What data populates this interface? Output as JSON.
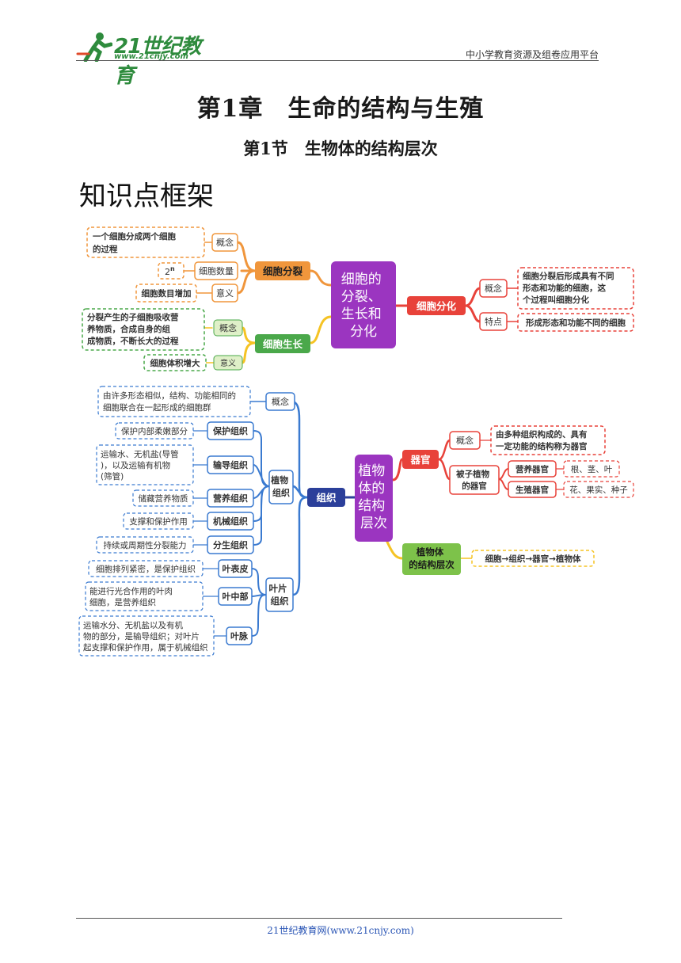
{
  "header": {
    "logo_text": "21世纪教育",
    "logo_url": "www.21cnjy.com",
    "platform": "中小学教育资源及组卷应用平台"
  },
  "chapter_title": "第1章　生命的结构与生殖",
  "section_title": "第1节　生物体的结构层次",
  "knowledge_title": "知识点框架",
  "colors": {
    "orange": "#f0963c",
    "yellow": "#f5c324",
    "green": "#4aa84a",
    "purple": "#9b35c0",
    "red": "#e8423a",
    "blue": "#3a7ad0",
    "navy": "#2b3f9a"
  },
  "map1": {
    "center": "细胞的分裂、生长和分化",
    "division": {
      "label": "细胞分裂",
      "concept_label": "概念",
      "concept_text": "一个细胞分成两个细胞的过程",
      "count_label": "细胞数量",
      "count_base": "2",
      "count_exp": "n",
      "meaning_label": "意义",
      "meaning_text": "细胞数目增加"
    },
    "growth": {
      "label": "细胞生长",
      "concept_label": "概念",
      "concept_text": "分裂产生的子细胞吸收营养物质，合成自身的组成物质，不断长大的过程",
      "meaning_label": "意义",
      "meaning_text": "细胞体积增大"
    },
    "differentiation": {
      "label": "细胞分化",
      "concept_label": "概念",
      "concept_text": "细胞分裂后形成具有不同形态和功能的细胞，这个过程叫细胞分化",
      "feature_label": "特点",
      "feature_text": "形成形态和功能不同的细胞"
    }
  },
  "map2": {
    "center": "植物体的结构层次",
    "tissue": {
      "label": "组织",
      "concept_label": "概念",
      "concept_text": "由许多形态相似，结构、功能相同的细胞联合在一起形成的细胞群",
      "plant_tissue_label": "植物组织",
      "plant_tissues": [
        {
          "name": "保护组织",
          "desc": "保护内部柔嫩部分"
        },
        {
          "name": "输导组织",
          "desc": "运输水、无机盐(导管)，以及运输有机物(筛管)"
        },
        {
          "name": "营养组织",
          "desc": "储藏营养物质"
        },
        {
          "name": "机械组织",
          "desc": "支撑和保护作用"
        },
        {
          "name": "分生组织",
          "desc": "持续或周期性分裂能力"
        }
      ],
      "leaf_tissue_label": "叶片组织",
      "leaf_tissues": [
        {
          "name": "叶表皮",
          "desc": "细胞排列紧密，是保护组织"
        },
        {
          "name": "叶中部",
          "desc": "能进行光合作用的叶肉细胞，是营养组织"
        },
        {
          "name": "叶脉",
          "desc": "运输水分、无机盐以及有机物的部分，是输导组织；对叶片起支撑和保护作用，属于机械组织"
        }
      ]
    },
    "organ": {
      "label": "器官",
      "concept_label": "概念",
      "concept_text": "由多种组织构成的、具有一定功能的结构称为器官",
      "angio_label": "被子植物的器官",
      "vegetative_label": "营养器官",
      "vegetative_text": "根、茎、叶",
      "reproductive_label": "生殖器官",
      "reproductive_text": "花、果实、种子"
    },
    "levels": {
      "label": "植物体的结构层次",
      "text": "细胞→组织→器官→植物体"
    }
  },
  "footer": "21世纪教育网(www.21cnjy.com)"
}
